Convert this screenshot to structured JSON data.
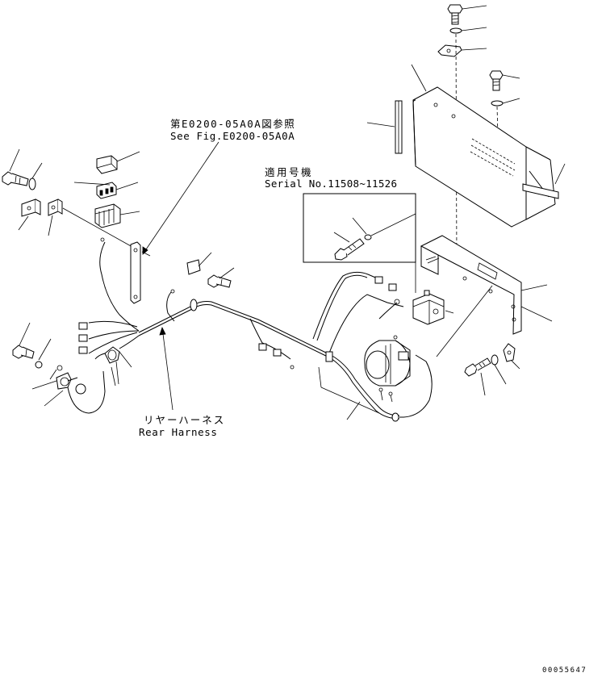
{
  "figure_ref": {
    "japanese": "第E0200-05A0A図参照",
    "english": "See Fig.E0200-05A0A"
  },
  "serial_note": {
    "japanese": "適用号機",
    "english": "Serial No.11508~11526"
  },
  "harness_label": {
    "japanese": "リヤーハーネス",
    "english": "Rear Harness"
  },
  "drawing_number": "00055647"
}
